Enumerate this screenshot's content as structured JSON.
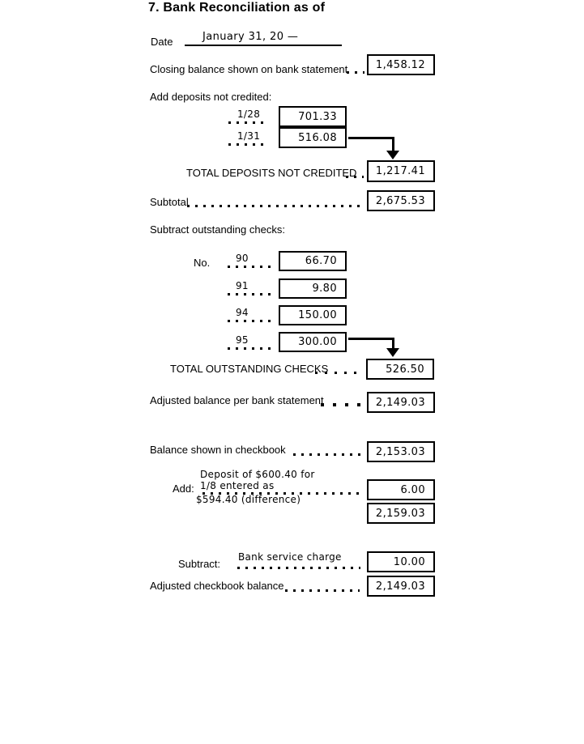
{
  "colors": {
    "ink": "#000000",
    "paper": "#ffffff"
  },
  "title": "7. Bank Reconciliation as of",
  "date": {
    "label": "Date",
    "value": "January 31, 20 —"
  },
  "closing": {
    "label": "Closing balance shown on bank statement",
    "value": "1,458.12"
  },
  "deposits": {
    "heading": "Add deposits not credited:",
    "items": [
      {
        "date": "1/28",
        "amount": "701.33"
      },
      {
        "date": "1/31",
        "amount": "516.08"
      }
    ],
    "total_label": "TOTAL DEPOSITS NOT CREDITED",
    "total": "1,217.41"
  },
  "subtotal": {
    "label": "Subtotal",
    "value": "2,675.53"
  },
  "checks": {
    "heading": "Subtract outstanding checks:",
    "number_label": "No.",
    "items": [
      {
        "number": "90",
        "amount": "66.70"
      },
      {
        "number": "91",
        "amount": "9.80"
      },
      {
        "number": "94",
        "amount": "150.00"
      },
      {
        "number": "95",
        "amount": "300.00"
      }
    ],
    "total_label": "TOTAL OUTSTANDING CHECKS",
    "total": "526.50"
  },
  "adjusted_bank": {
    "label": "Adjusted balance per bank statement",
    "value": "2,149.03"
  },
  "checkbook": {
    "label": "Balance shown in checkbook",
    "value": "2,153.03"
  },
  "add_adjustment": {
    "label": "Add:",
    "note_line1": "Deposit of $600.40 for",
    "note_line2": "1/8 entered as",
    "note_line3": "$594.40 (difference)",
    "amount": "6.00",
    "result": "2,159.03"
  },
  "subtract_adjustment": {
    "label": "Subtract:",
    "note": "Bank service charge",
    "amount": "10.00"
  },
  "adjusted_checkbook": {
    "label": "Adjusted checkbook balance",
    "value": "2,149.03"
  }
}
